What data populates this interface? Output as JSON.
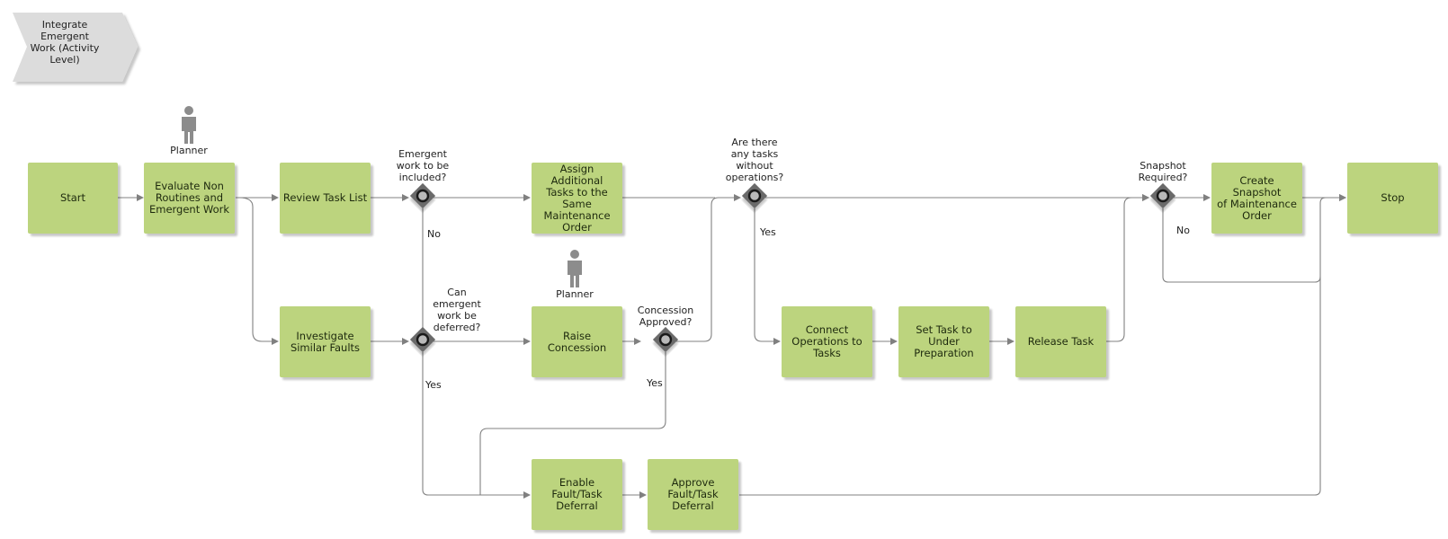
{
  "header": {
    "title": "Integrate\nEmergent\nWork (Activity\nLevel)"
  },
  "roles": {
    "planner_1": "Planner",
    "planner_2": "Planner"
  },
  "tasks": {
    "start": "Start",
    "evaluate": "Evaluate Non\nRoutines and\nEmergent Work",
    "review": "Review Task List",
    "investigate": "Investigate\nSimilar Faults",
    "assign": "Assign Additional\nTasks to the\nSame\nMaintenance\nOrder",
    "raise": "Raise\nConcession",
    "enable": "Enable\nFault/Task\nDeferral",
    "approve": "Approve\nFault/Task\nDeferral",
    "connect": "Connect\nOperations to\nTasks",
    "set_task": "Set Task to\nUnder\nPreparation",
    "release": "Release Task",
    "snapshot": "Create Snapshot\nof Maintenance\nOrder",
    "stop": "Stop"
  },
  "gateways": {
    "g1": "Emergent\nwork to be\nincluded?",
    "g2": "Can\nemergent\nwork be\ndeferred?",
    "g3": "Concession\nApproved?",
    "g4": "Are there\nany tasks\nwithout\noperations?",
    "g5": "Snapshot\nRequired?"
  },
  "edge_labels": {
    "g1_no": "No",
    "g2_yes": "Yes",
    "g3_yes": "Yes",
    "g4_yes": "Yes",
    "g5_no": "No"
  },
  "colors": {
    "task_fill": "#bcd47e",
    "gateway_fill": "#6b6b6b",
    "connector": "#808080",
    "chevron_fill": "#dcdcdc",
    "person_icon": "#8c8c8c"
  }
}
